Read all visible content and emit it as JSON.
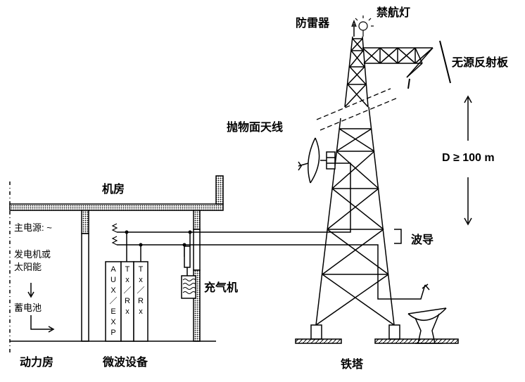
{
  "labels": {
    "lightning_rod": "防雷器",
    "aviation_light": "禁航灯",
    "passive_reflector": "无源反射板",
    "parabolic_antenna": "抛物面天线",
    "distance": "D ≥ 100 m",
    "machine_room": "机房",
    "main_power": "主电源: ~",
    "generator_line1": "发电机或",
    "generator_line2": "太阳能",
    "battery": "蓄电池",
    "waveguide": "波导",
    "air_charger": "充气机",
    "power_room": "动力房",
    "microwave_equipment": "微波设备",
    "tower": "铁塔"
  },
  "racks": [
    {
      "chars": [
        "A",
        "U",
        "X",
        "／",
        "E",
        "X",
        "P"
      ]
    },
    {
      "chars": [
        "T",
        "x",
        "／",
        "R",
        "x"
      ]
    },
    {
      "chars": [
        "T",
        "x",
        "／",
        "R",
        "x"
      ]
    }
  ]
}
